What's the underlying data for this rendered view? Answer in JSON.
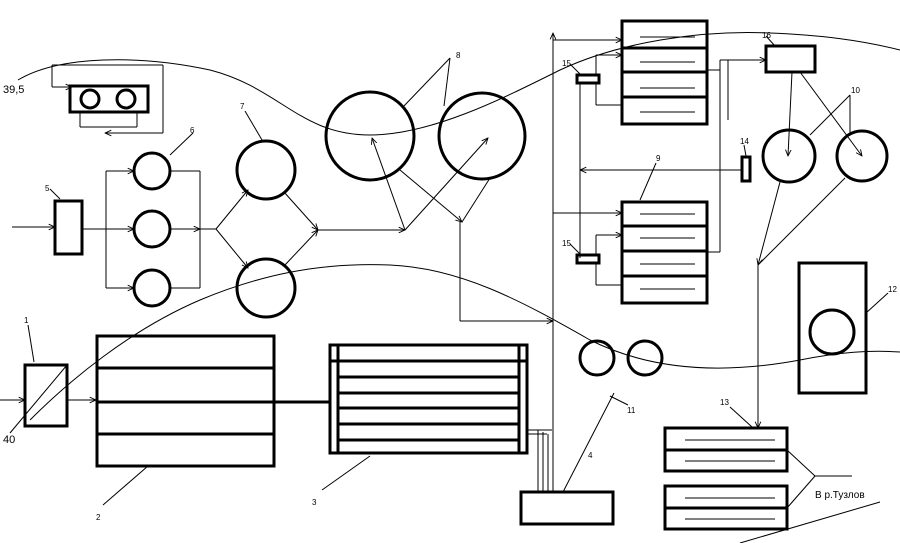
{
  "labels": {
    "elev_top": "39,5",
    "elev_bottom": "40",
    "n1": "1",
    "n2": "2",
    "n3": "3",
    "n4": "4",
    "n5": "5",
    "n6": "6",
    "n7": "7",
    "n8": "8",
    "n9": "9",
    "n10": "10",
    "n11": "11",
    "n12": "12",
    "n13": "13",
    "n14": "14",
    "n15a": "15",
    "n15b": "15",
    "n16": "16",
    "river": "В р.Тузлов"
  }
}
